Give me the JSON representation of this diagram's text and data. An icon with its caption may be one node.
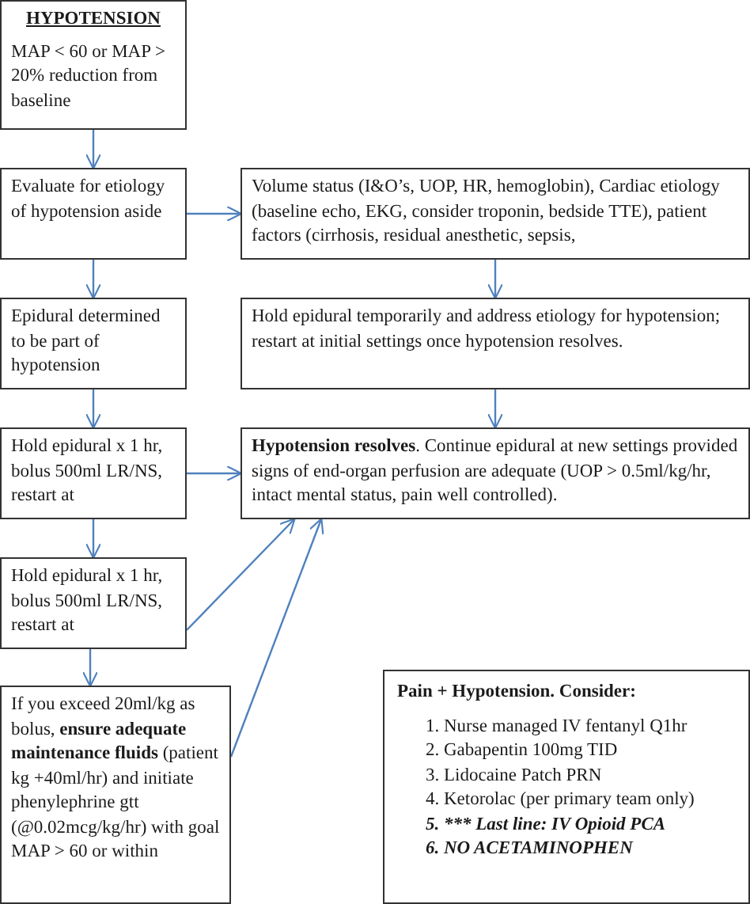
{
  "diagram": {
    "nodes": [
      {
        "text": [
          "HYPOTENSION",
          "MAP < 60 or MAP > 20% reduction from baseline"
        ]
      },
      {
        "text": [
          "Evaluate for etiology of hypotension aside"
        ]
      },
      {
        "text": [
          "Volume status (I&O’s, UOP, HR, hemoglobin), Cardiac etiology (baseline echo, EKG, consider troponin, bedside TTE), patient factors (cirrhosis, residual anesthetic, sepsis,"
        ]
      },
      {
        "text": [
          "Epidural determined to be part of hypotension"
        ]
      },
      {
        "text": [
          "Hold epidural temporarily and address etiology for hypotension; restart at initial settings once hypotension resolves."
        ]
      },
      {
        "text": [
          "Hold epidural x 1 hr, bolus 500ml LR/NS, restart at"
        ]
      },
      {
        "text": [
          "**Hypotension resolves**.  Continue epidural at new settings provided signs of end-organ perfusion are adequate (UOP > 0.5ml/kg/hr, intact mental status, pain well controlled)."
        ]
      },
      {
        "text": [
          "Hold epidural x 1 hr, bolus 500ml LR/NS, restart at"
        ]
      },
      {
        "text": [
          "If you exceed 20ml/kg as bolus, **ensure adequate maintenance fluids** (patient kg +40ml/hr) and initiate phenylephrine gtt (@0.02mcg/kg/hr) with goal MAP > 60 or within"
        ]
      },
      {
        "text": [
          "Pain + Hypotension. Consider:",
          "1. Nurse managed IV fentanyl Q1hr",
          "2. Gabapentin 100mg TID",
          "3. Lidocaine Patch PRN",
          "4. Ketorolac (per primary team only)",
          "5. *** Last line: IV Opioid PCA",
          "6. NO ACETAMINOPHEN"
        ]
      }
    ],
    "edges": [
      {
        "from": 0,
        "to": 1,
        "arrow": "to"
      },
      {
        "from": 1,
        "to": 2,
        "arrow": "to"
      },
      {
        "from": 1,
        "to": 3,
        "arrow": "to"
      },
      {
        "from": 2,
        "to": 4,
        "arrow": "to"
      },
      {
        "from": 3,
        "to": 5,
        "arrow": "to"
      },
      {
        "from": 4,
        "to": 6,
        "arrow": "to"
      },
      {
        "from": 5,
        "to": 6,
        "arrow": "to"
      },
      {
        "from": 5,
        "to": 7,
        "arrow": "to"
      },
      {
        "from": 7,
        "to": 6,
        "arrow": "to"
      },
      {
        "from": 7,
        "to": 8,
        "arrow": "to"
      },
      {
        "from": 8,
        "to": 6,
        "arrow": "to"
      }
    ]
  }
}
